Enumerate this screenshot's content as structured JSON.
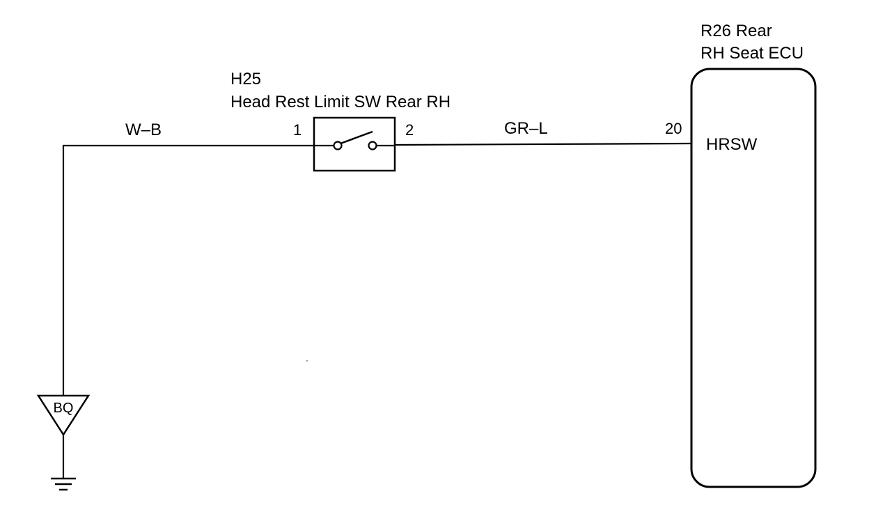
{
  "switch": {
    "code": "H25",
    "name": "Head Rest Limit SW Rear RH",
    "pin_left": "1",
    "pin_right": "2"
  },
  "ecu": {
    "code_line": "R26 Rear",
    "name_line": "RH Seat ECU",
    "pin": "20",
    "terminal": "HRSW"
  },
  "wires": {
    "left": "W–B",
    "right": "GR–L"
  },
  "ground": {
    "label": "BQ"
  }
}
